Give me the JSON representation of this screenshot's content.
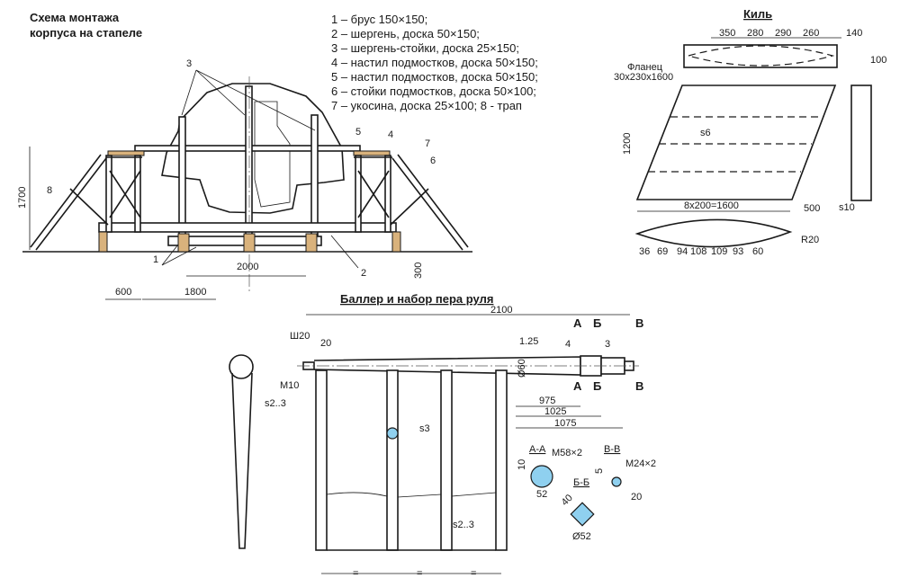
{
  "scheme": {
    "title_line1": "Схема монтажа",
    "title_line2": "корпуса на стапеле",
    "legend": [
      "1 – брус 150×150;",
      "2 – шергень, доска 50×150;",
      "3 – шергень-стойки, доска 25×150;",
      "4 – настил подмостков, доска 50×150;",
      "5 – настил подмостков, доска 50×150;",
      "6 – стойки подмостков, доска 50×100;",
      "7 – укосина, доска 25×100; 8 - трап"
    ],
    "callouts": {
      "c1": "1",
      "c2": "2",
      "c3": "3",
      "c4": "4",
      "c5": "5",
      "c6": "6",
      "c7": "7",
      "c8": "8"
    },
    "dims": {
      "height": "1700",
      "span": "2000",
      "w600": "600",
      "w1800": "1800",
      "h300": "300"
    }
  },
  "keel": {
    "title": "Киль",
    "top_dims": [
      "350",
      "280",
      "290",
      "260",
      "140"
    ],
    "flange_line1": "Фланец",
    "flange_line2": "30x230x1600",
    "d100": "100",
    "d1200": "1200",
    "plate": "s6",
    "length": "8x200=1600",
    "d500": "500",
    "s10": "s10",
    "r20": "R20",
    "profile": [
      "36",
      "69",
      "94",
      "108",
      "109",
      "93",
      "60"
    ]
  },
  "rudder": {
    "title": "Баллер и набор пера руля",
    "d2100": "2100",
    "sh20": "Ш20",
    "d20": "20",
    "m10": "M10",
    "rough": "1.25",
    "d4": "4",
    "d3": "3",
    "dia60": "Ø60",
    "d975": "975",
    "d1025": "1025",
    "d1075": "1075",
    "secA": "А",
    "secB": "Б",
    "secV": "В",
    "s3": "s3",
    "s23a": "s2..3",
    "s23b": "s2..3",
    "eq": "=",
    "sections": {
      "aa": "А-А",
      "m58": "M58×2",
      "d10": "10",
      "d52": "52",
      "bb": "Б-Б",
      "d40": "40",
      "dia52": "Ø52",
      "vv": "В-В",
      "m24": "M24×2",
      "d5": "5",
      "d20": "20"
    }
  }
}
